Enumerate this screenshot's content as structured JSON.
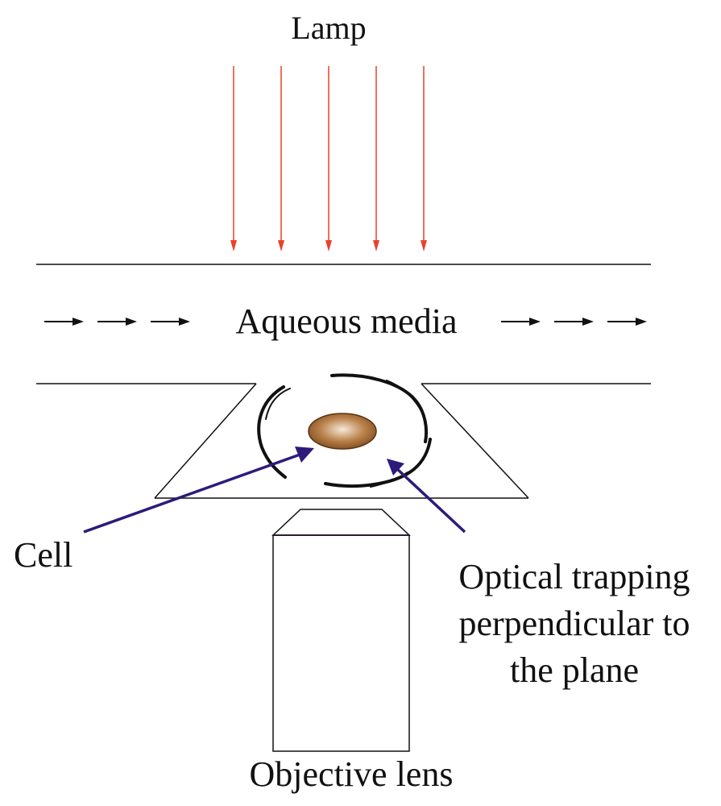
{
  "labels": {
    "lamp": "Lamp",
    "aqueous": "Aqueous media",
    "cell": "Cell",
    "trap_line1": "Optical trapping",
    "trap_line2": "perpendicular to",
    "trap_line3": "the plane",
    "objective": "Objective lens"
  },
  "colors": {
    "light_rays": "#e8412c",
    "flow_arrows": "#111111",
    "pointer_arrows": "#2e1a7a",
    "cell_center": "#f3e2cf",
    "cell_edge": "#7a4a1c",
    "outline": "#111111"
  }
}
